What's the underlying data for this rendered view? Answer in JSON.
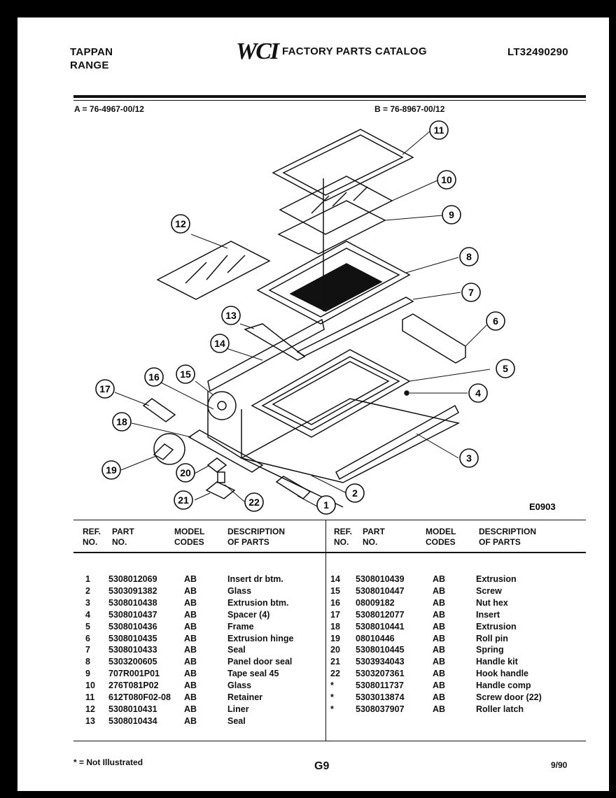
{
  "header": {
    "brand": "TAPPAN",
    "product": "RANGE",
    "logo": "WCI",
    "title": "FACTORY PARTS CATALOG",
    "model": "LT32490290",
    "model_a": "A = 76-4967-00/12",
    "model_b": "B = 76-8967-00/12"
  },
  "diagram": {
    "code": "E0903",
    "callouts": [
      "1",
      "2",
      "3",
      "4",
      "5",
      "6",
      "7",
      "8",
      "9",
      "10",
      "11",
      "12",
      "13",
      "14",
      "15",
      "16",
      "17",
      "18",
      "19",
      "20",
      "21",
      "22"
    ]
  },
  "table": {
    "headers": {
      "ref": [
        "REF.",
        "NO."
      ],
      "part": [
        "PART",
        "NO."
      ],
      "model": [
        "MODEL",
        "CODES"
      ],
      "desc": [
        "DESCRIPTION",
        "OF PARTS"
      ]
    },
    "left": [
      {
        "ref": "1",
        "part": "5308012069",
        "model": "AB",
        "desc": "Insert dr btm."
      },
      {
        "ref": "2",
        "part": "5303091382",
        "model": "AB",
        "desc": "Glass"
      },
      {
        "ref": "3",
        "part": "5308010438",
        "model": "AB",
        "desc": "Extrusion btm."
      },
      {
        "ref": "4",
        "part": "5308010437",
        "model": "AB",
        "desc": "Spacer (4)"
      },
      {
        "ref": "5",
        "part": "5308010436",
        "model": "AB",
        "desc": "Frame"
      },
      {
        "ref": "6",
        "part": "5308010435",
        "model": "AB",
        "desc": "Extrusion hinge"
      },
      {
        "ref": "7",
        "part": "5308010433",
        "model": "AB",
        "desc": "Seal"
      },
      {
        "ref": "8",
        "part": "5303200605",
        "model": "AB",
        "desc": "Panel door seal"
      },
      {
        "ref": "9",
        "part": "707R001P01",
        "model": "AB",
        "desc": "Tape seal 45"
      },
      {
        "ref": "10",
        "part": "276T081P02",
        "model": "AB",
        "desc": "Glass"
      },
      {
        "ref": "11",
        "part": "612T080F02-08",
        "model": "AB",
        "desc": "Retainer"
      },
      {
        "ref": "12",
        "part": "5308010431",
        "model": "AB",
        "desc": "Liner"
      },
      {
        "ref": "13",
        "part": "5308010434",
        "model": "AB",
        "desc": "Seal"
      }
    ],
    "right": [
      {
        "ref": "14",
        "part": "5308010439",
        "model": "AB",
        "desc": "Extrusion"
      },
      {
        "ref": "15",
        "part": "5308010447",
        "model": "AB",
        "desc": "Screw"
      },
      {
        "ref": "16",
        "part": "08009182",
        "model": "AB",
        "desc": "Nut hex"
      },
      {
        "ref": "17",
        "part": "5308012077",
        "model": "AB",
        "desc": "Insert"
      },
      {
        "ref": "18",
        "part": "5308010441",
        "model": "AB",
        "desc": "Extrusion"
      },
      {
        "ref": "19",
        "part": "08010446",
        "model": "AB",
        "desc": "Roll pin"
      },
      {
        "ref": "20",
        "part": "5308010445",
        "model": "AB",
        "desc": "Spring"
      },
      {
        "ref": "21",
        "part": "5303934043",
        "model": "AB",
        "desc": "Handle kit"
      },
      {
        "ref": "22",
        "part": "5303207361",
        "model": "AB",
        "desc": "Hook handle"
      },
      {
        "ref": "*",
        "part": "5308011737",
        "model": "AB",
        "desc": "Handle comp"
      },
      {
        "ref": "*",
        "part": "5303013874",
        "model": "AB",
        "desc": "Screw door (22)"
      },
      {
        "ref": "*",
        "part": "5308037907",
        "model": "AB",
        "desc": "Roller latch"
      }
    ]
  },
  "footer": {
    "note": "* = Not Illustrated",
    "page": "G9",
    "date": "9/90"
  }
}
